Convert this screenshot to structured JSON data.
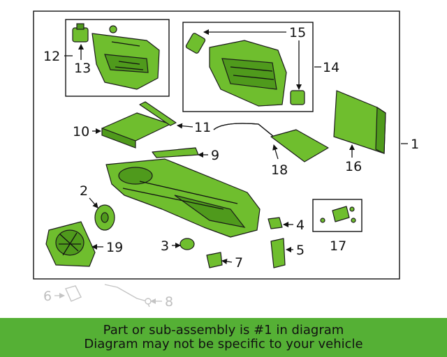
{
  "colors": {
    "part_fill": "#6fbe2e",
    "banner": "#55b035",
    "outline": "#1a1a1a",
    "faded": "#c4c4c4"
  },
  "callouts": {
    "c1": "1",
    "c2": "2",
    "c3": "3",
    "c4": "4",
    "c5": "5",
    "c6": "6",
    "c7": "7",
    "c8": "8",
    "c9": "9",
    "c10": "10",
    "c11": "11",
    "c12": "12",
    "c13": "13",
    "c14": "14",
    "c15": "15",
    "c16": "16",
    "c17": "17",
    "c18": "18",
    "c19": "19"
  },
  "banner": {
    "line1": "Part or sub-assembly is #1 in diagram",
    "line2": "Diagram may not be specific to your vehicle"
  }
}
